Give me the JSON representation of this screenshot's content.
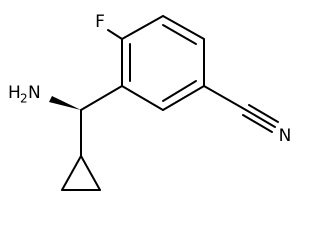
{
  "molecule": {
    "atoms": {
      "fluorine": "F",
      "amine_h": "H",
      "amine_h_count": "2",
      "amine_n": "N",
      "nitrile_n": "N"
    },
    "colors": {
      "bond": "#000000",
      "label": "#000000",
      "background": "#ffffff"
    }
  }
}
